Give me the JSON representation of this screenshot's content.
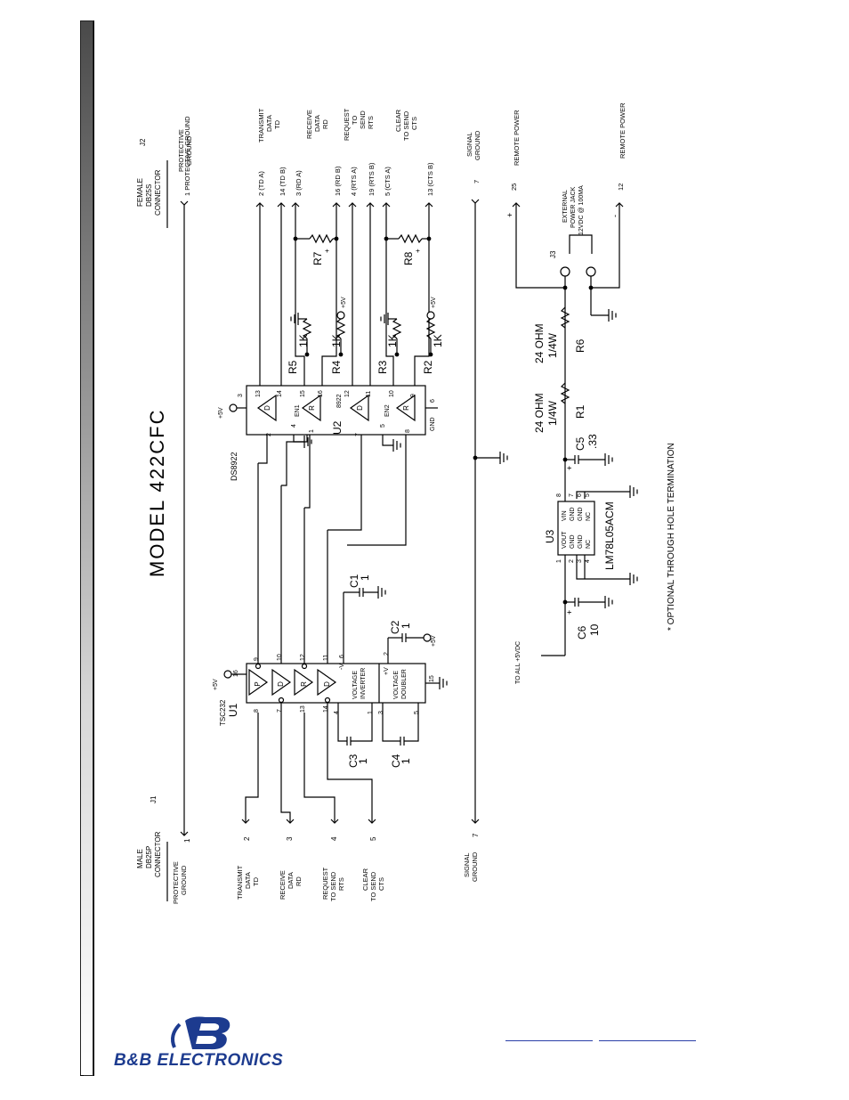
{
  "title": "MODEL 422CFC",
  "connectors": {
    "j1": {
      "ref": "J1",
      "name_lines": [
        "MALE",
        "DB25P",
        "CONNECTOR"
      ]
    },
    "j2": {
      "ref": "J2",
      "name_lines": [
        "FEMALE",
        "DB25S",
        "CONNECTOR"
      ]
    }
  },
  "j1_pins": [
    {
      "pin": "1",
      "label_lines": [
        "PROTECTIVE",
        "GROUND"
      ]
    },
    {
      "pin": "2",
      "label_lines": [
        "TRANSMIT",
        "DATA",
        "TD"
      ]
    },
    {
      "pin": "3",
      "label_lines": [
        "RECEIVE",
        "DATA",
        "RD"
      ]
    },
    {
      "pin": "4",
      "label_lines": [
        "REQUEST",
        "TO SEND",
        "RTS"
      ]
    },
    {
      "pin": "5",
      "label_lines": [
        "CLEAR",
        "TO SEND",
        "CTS"
      ]
    },
    {
      "pin": "7",
      "label_lines": [
        "SIGNAL",
        "GROUND"
      ]
    }
  ],
  "j2_pins": [
    {
      "pin": "1 PROTECTIVE GROUND"
    },
    {
      "pin": "2 (TD A)"
    },
    {
      "pin": "14 (TD B)"
    },
    {
      "pin": "3 (RD A)"
    },
    {
      "pin": "16 (RD B)"
    },
    {
      "pin": "4 (RTS A)"
    },
    {
      "pin": "19 (RTS B)"
    },
    {
      "pin": "5 (CTS A)"
    },
    {
      "pin": "13 (CTS B)"
    },
    {
      "pin": "7"
    },
    {
      "pin": "25"
    },
    {
      "pin": "12"
    }
  ],
  "j2_labels": {
    "protective": [
      "PROTECTIVE",
      "GROUND"
    ],
    "transmit": [
      "TRANSMIT",
      "DATA",
      "TD"
    ],
    "receive": [
      "RECEIVE",
      "DATA",
      "RD"
    ],
    "request": [
      "REQUEST",
      "TO",
      "SEND",
      "RTS"
    ],
    "clear": [
      "CLEAR",
      "TO SEND",
      "CTS"
    ],
    "signal": [
      "SIGNAL",
      "GROUND"
    ],
    "remote1": "REMOTE POWER",
    "remote2": "REMOTE POWER"
  },
  "chips": {
    "u1": {
      "ref": "U1",
      "part": "TSC232",
      "vin": "+5V",
      "inverter": [
        "VOLTAGE",
        "INVERTER"
      ],
      "doubler": [
        "VOLTAGE",
        "DOUBLER"
      ],
      "plus_v": "+V",
      "minus_v": "-V"
    },
    "u2": {
      "ref": "U2",
      "part": "8922",
      "part2": "DS8922",
      "vin": "+5V",
      "gnd": "GND",
      "en1": "EN1",
      "en2": "EN2"
    },
    "u3": {
      "ref": "U3",
      "part": "LM78L05ACM",
      "pins_left": [
        "VOUT",
        "GND",
        "GND",
        "NC"
      ],
      "pins_right": [
        "VIN",
        "GND",
        "GND",
        "NC"
      ]
    }
  },
  "components": {
    "c1": {
      "ref": "C1",
      "value": "1"
    },
    "c2": {
      "ref": "C2",
      "value": "1"
    },
    "c3": {
      "ref": "C3",
      "value": "1"
    },
    "c4": {
      "ref": "C4",
      "value": "1"
    },
    "c5": {
      "ref": "C5",
      "value": ".33"
    },
    "c6": {
      "ref": "C6",
      "value": "10"
    },
    "r1": {
      "ref": "R1",
      "value": [
        "24 OHM",
        "1/4W"
      ]
    },
    "r6": {
      "ref": "R6",
      "value": [
        "24 OHM",
        "1/4W"
      ]
    },
    "r2": {
      "ref": "R2",
      "value": "1K"
    },
    "r3": {
      "ref": "R3",
      "value": "1K"
    },
    "r4": {
      "ref": "R4",
      "value": "1K"
    },
    "r5": {
      "ref": "R5",
      "value": "1K"
    },
    "r7": {
      "ref": "R7",
      "value": "+"
    },
    "r8": {
      "ref": "R8",
      "value": "+"
    }
  },
  "power": {
    "j3": "J3",
    "jack_lines": [
      "EXTERNAL",
      "POWER JACK",
      "12VDC @ 100MA"
    ],
    "to_all": "TO ALL +5VDC",
    "plus": "+",
    "minus": "-",
    "vcc": "+5V"
  },
  "note": "* OPTIONAL THROUGH HOLE TERMINATION",
  "brand": {
    "name": "B&B ELECTRONICS",
    "mark": "B"
  },
  "colors": {
    "brand": "#1d3b8f",
    "link": "#2a3ea8",
    "ink": "#000000"
  }
}
